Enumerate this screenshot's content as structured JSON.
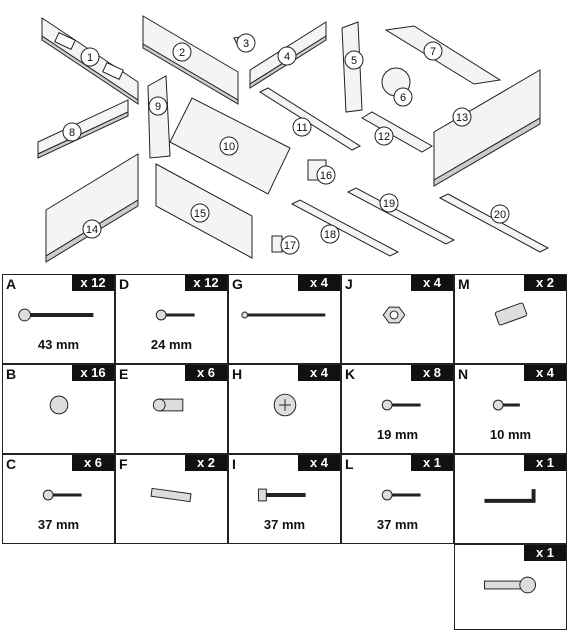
{
  "diagram": {
    "part_numbers": [
      "1",
      "2",
      "3",
      "4",
      "5",
      "6",
      "7",
      "8",
      "9",
      "10",
      "11",
      "12",
      "13",
      "14",
      "15",
      "16",
      "17",
      "18",
      "19",
      "20"
    ]
  },
  "hardware": [
    {
      "letter": "A",
      "qty": "x 12",
      "size": "43 mm",
      "icon": "long-bolt-icon"
    },
    {
      "letter": "D",
      "qty": "x 12",
      "size": "24 mm",
      "icon": "screw-icon"
    },
    {
      "letter": "G",
      "qty": "x 4",
      "size": "",
      "icon": "connector-bolt-icon"
    },
    {
      "letter": "J",
      "qty": "x 4",
      "size": "",
      "icon": "hex-nut-icon"
    },
    {
      "letter": "M",
      "qty": "x 2",
      "size": "",
      "icon": "plate-icon"
    },
    {
      "letter": "B",
      "qty": "x 16",
      "size": "",
      "icon": "barrel-nut-icon"
    },
    {
      "letter": "E",
      "qty": "x 6",
      "size": "",
      "icon": "sleeve-nut-icon"
    },
    {
      "letter": "H",
      "qty": "x 4",
      "size": "",
      "icon": "cam-lock-icon"
    },
    {
      "letter": "K",
      "qty": "x 8",
      "size": "19 mm",
      "icon": "screw-icon"
    },
    {
      "letter": "N",
      "qty": "x 4",
      "size": "10 mm",
      "icon": "small-screw-icon"
    },
    {
      "letter": "C",
      "qty": "x 6",
      "size": "37 mm",
      "icon": "screw-icon"
    },
    {
      "letter": "F",
      "qty": "x 2",
      "size": "",
      "icon": "dowel-icon"
    },
    {
      "letter": "I",
      "qty": "x 4",
      "size": "37 mm",
      "icon": "bolt-icon"
    },
    {
      "letter": "L",
      "qty": "x 1",
      "size": "37 mm",
      "icon": "screw-icon"
    },
    {
      "letter": "",
      "qty": "x 1",
      "size": "",
      "icon": "allen-key-icon"
    },
    {
      "letter": "",
      "qty": "x 1",
      "size": "",
      "icon": "wrench-icon"
    }
  ]
}
